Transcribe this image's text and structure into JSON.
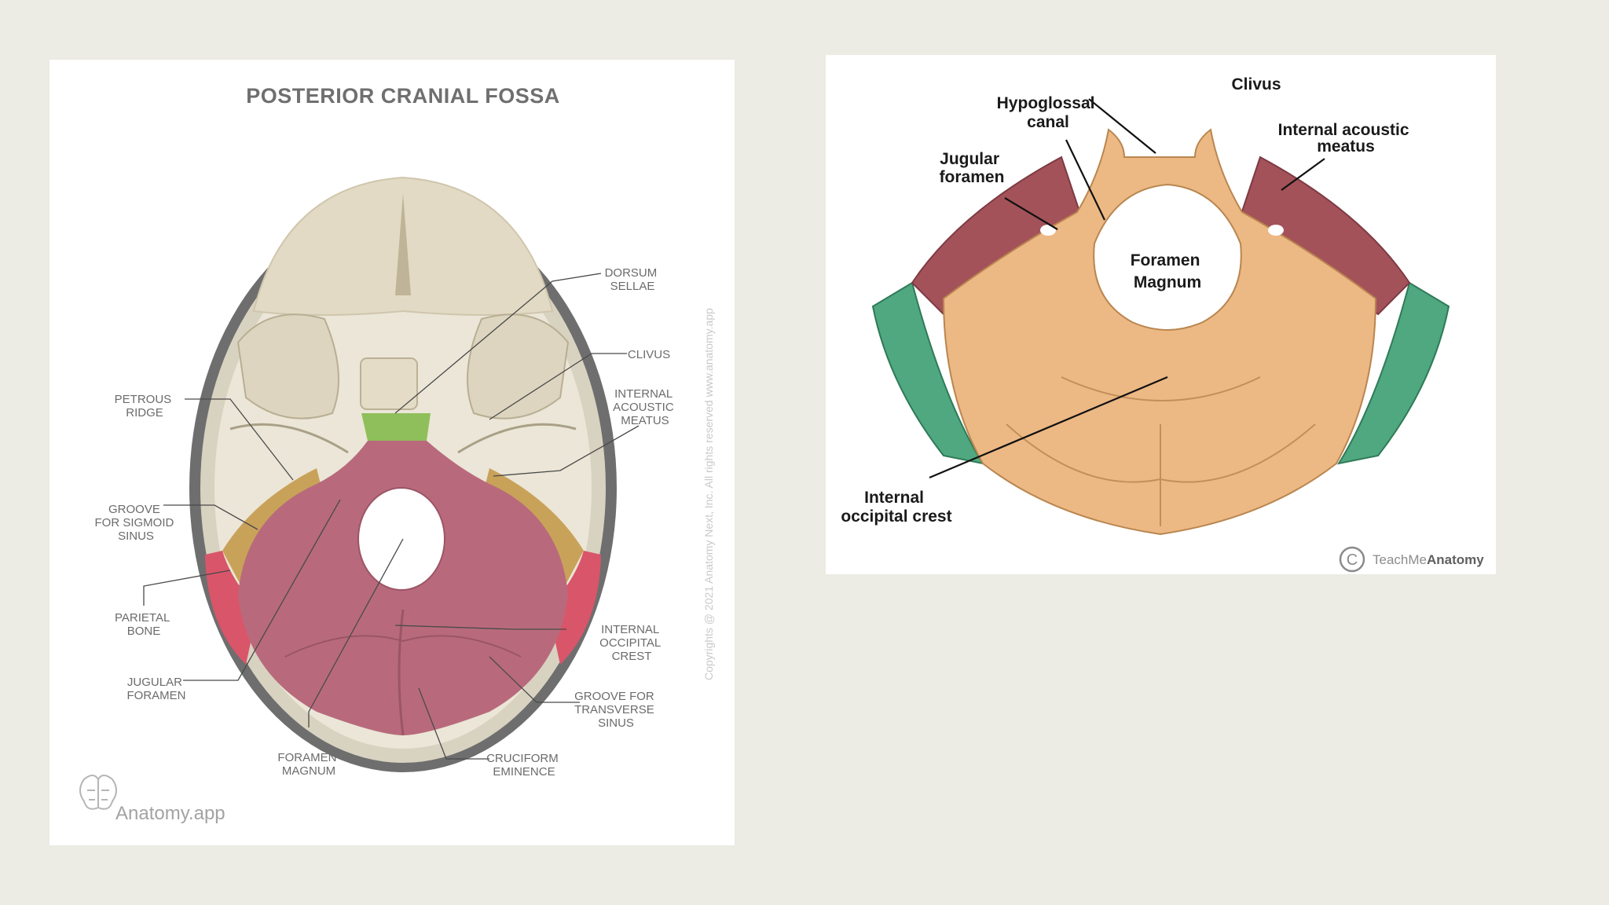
{
  "left_figure": {
    "title": "POSTERIOR CRANIAL FOSSA",
    "labels": {
      "dorsum_sellae": [
        "DORSUM",
        "SELLAE"
      ],
      "clivus": [
        "CLIVUS"
      ],
      "internal_acoustic_meatus": [
        "INTERNAL",
        "ACOUSTIC",
        "MEATUS"
      ],
      "petrous_ridge": [
        "PETROUS",
        "RIDGE"
      ],
      "groove_sigmoid": [
        "GROOVE",
        "FOR SIGMOID",
        "SINUS"
      ],
      "parietal_bone": [
        "PARIETAL",
        "BONE"
      ],
      "jugular_foramen": [
        "JUGULAR",
        "FORAMEN"
      ],
      "foramen_magnum": [
        "FORAMEN",
        "MAGNUM"
      ],
      "internal_occipital_crest": [
        "INTERNAL",
        "OCCIPITAL",
        "CREST"
      ],
      "groove_transverse": [
        "GROOVE FOR",
        "TRANSVERSE",
        "SINUS"
      ],
      "cruciform_eminence": [
        "CRUCIFORM",
        "EMINENCE"
      ]
    },
    "copyright": "Copyrights @ 2021 Anatomy Next, Inc. All rights reserved www.anatomy.app",
    "brand": "Anatomy.app"
  },
  "right_figure": {
    "labels": {
      "clivus": [
        "Clivus"
      ],
      "hypoglossal_canal": [
        "Hypoglossal",
        "canal"
      ],
      "internal_acoustic_meatus": [
        "Internal acoustic",
        "meatus"
      ],
      "jugular_foramen": [
        "Jugular",
        "foramen"
      ],
      "foramen_magnum": [
        "Foramen",
        "Magnum"
      ],
      "internal_occipital_crest": [
        "Internal",
        "occipital crest"
      ]
    },
    "brand_prefix": "TeachMe",
    "brand_suffix": "Anatomy"
  },
  "colors": {
    "background": "#ecebe4",
    "bone": "#e9e3d3",
    "posterior_fossa": "#b86a7c",
    "clivus_green": "#8fbf5a",
    "parietal_red": "#d9556a",
    "sigmoid_gold": "#c9a25a",
    "tan_bone": "#ecb884",
    "maroon": "#a4525a",
    "teal": "#4fa87f"
  }
}
